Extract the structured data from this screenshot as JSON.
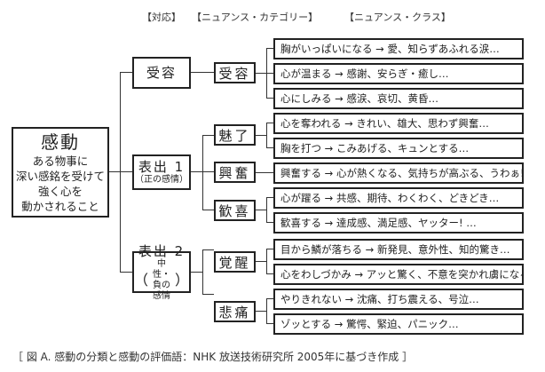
{
  "headers": {
    "correspondence": "【対応】",
    "category": "【ニュアンス・カテゴリー】",
    "class": "【ニュアンス・クラス】"
  },
  "root": {
    "title": "感動",
    "description_lines": [
      "ある物事に",
      "深い感銘を受けて",
      "強く心を",
      "動かされること"
    ]
  },
  "correspondences": [
    {
      "title": "受容",
      "subtitle": ""
    },
    {
      "title": "表出 1",
      "subtitle": "（正の感情）"
    },
    {
      "title": "表出 2",
      "subtitle_lines": [
        "中性・",
        "負の感情"
      ],
      "paren_open": "（",
      "paren_close": "）"
    }
  ],
  "categories": [
    {
      "label": "受容"
    },
    {
      "label": "魅了"
    },
    {
      "label": "興奮"
    },
    {
      "label": "歓喜"
    },
    {
      "label": "覚醒"
    },
    {
      "label": "悲痛"
    }
  ],
  "classes": [
    {
      "text": "胸がいっぱいになる → 愛、知らずあふれる涙…"
    },
    {
      "text": "心が温まる →  感謝、安らぎ・癒し…"
    },
    {
      "text": "心にしみる →  感涙、哀切、黄昏…"
    },
    {
      "text": "心を奪われる → きれい、雄大、思わず興奮…"
    },
    {
      "text": "胸を打つ  → こみあげる、キュンとする…"
    },
    {
      "text": "興奮する → 心が熱くなる、気持ちが高ぶる、うわぁ!"
    },
    {
      "text": "心が躍る → 共感、期待、わくわく、どきどき…"
    },
    {
      "text": "歓喜する → 達成感、満足感、ヤッター! …"
    },
    {
      "text": "目から鱗が落ちる → 新発見、意外性、知的驚き…"
    },
    {
      "text": "心をわしづかみ  → アッと驚く、不意を突かれ虜になる"
    },
    {
      "text": "やりきれない  →  沈痛、打ち震える、号泣…"
    },
    {
      "text": "ゾッとする  →  驚愕、緊迫、パニック…"
    }
  ],
  "caption": "［ 図 A.  感動の分類と感動の評価語：NHK 放送技術研究所 2005年に基づき作成 ］"
}
